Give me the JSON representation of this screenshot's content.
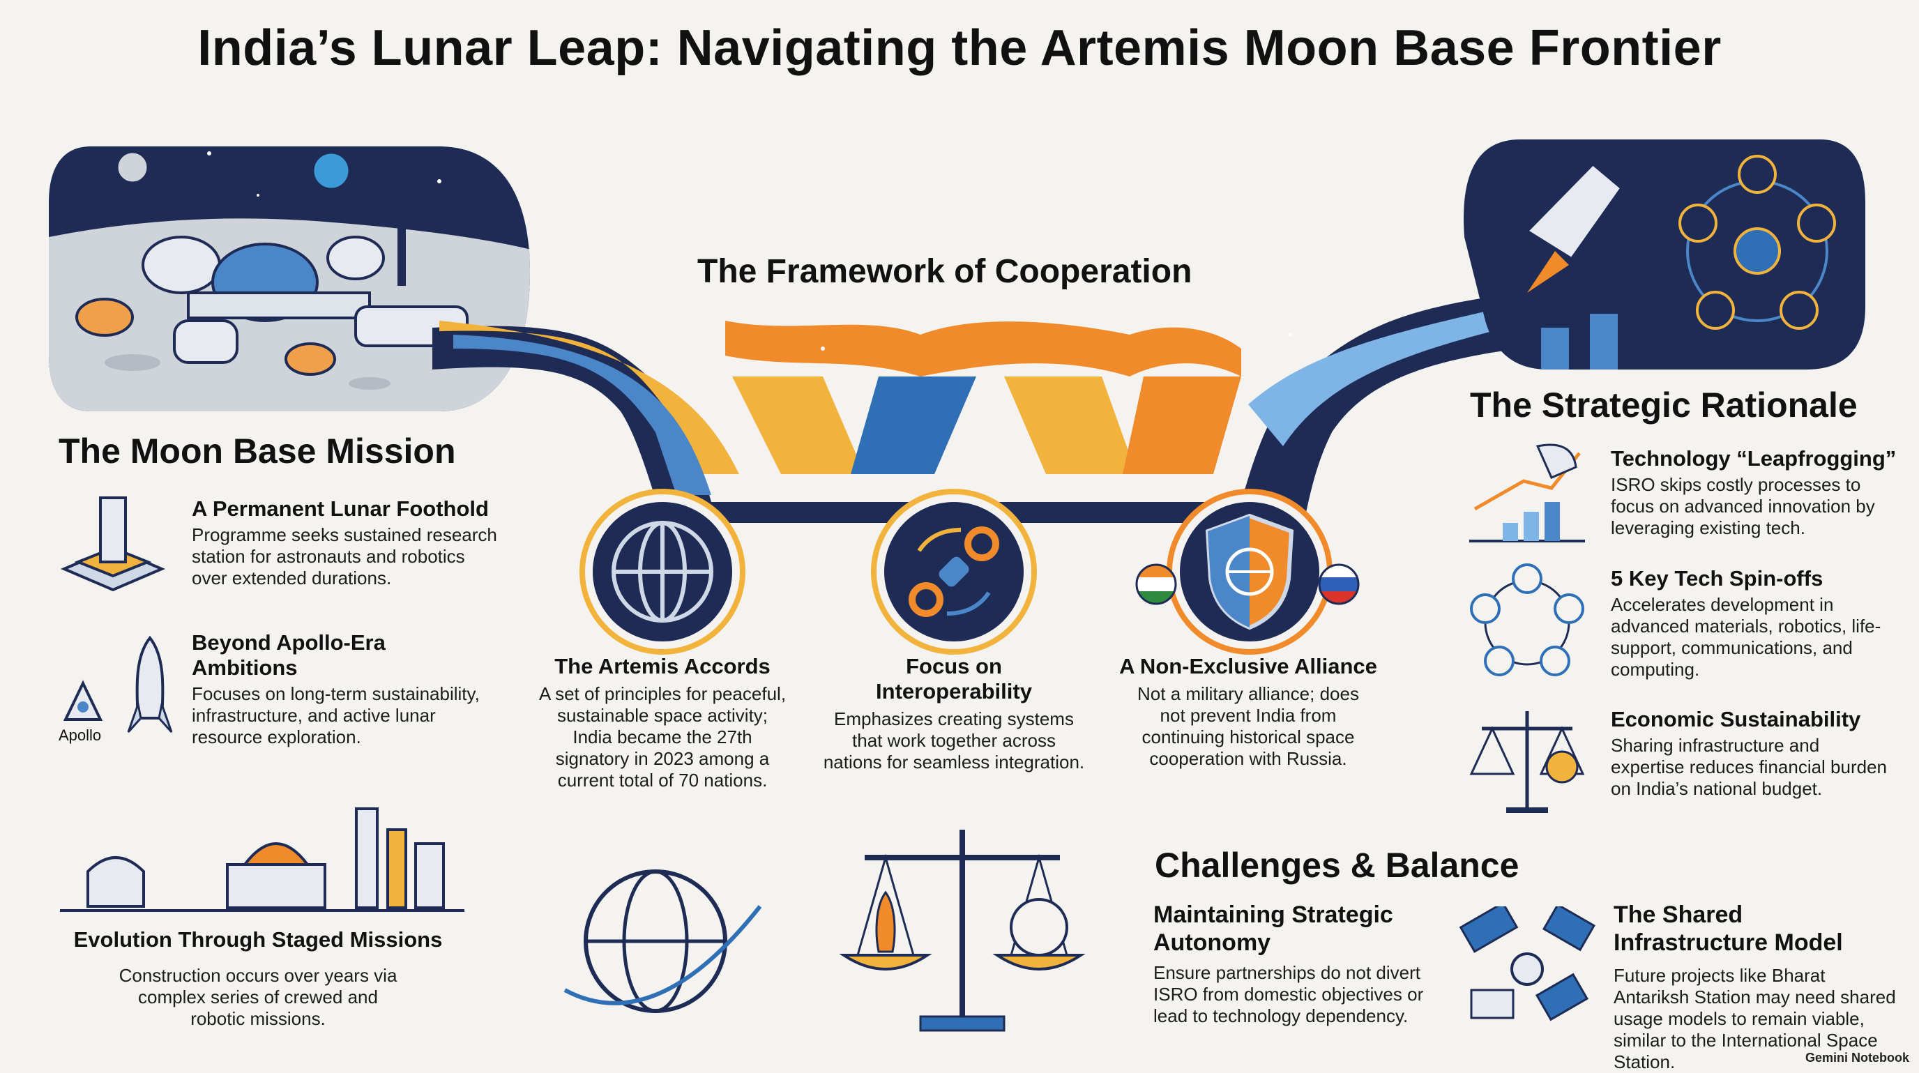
{
  "title": "India’s Lunar Leap: Navigating the Artemis Moon Base Frontier",
  "moon_base": {
    "heading": "The Moon Base Mission",
    "items": [
      {
        "title": "A Permanent Lunar Foothold",
        "text": "Programme seeks sustained research station for astronauts and robotics over extended durations."
      },
      {
        "title": "Beyond Apollo-Era Ambitions",
        "text": "Focuses on long-term sustainability, infrastructure, and active lunar resource exploration.",
        "icon_label": "Apollo"
      },
      {
        "title": "Evolution Through Staged Missions",
        "text": "Construction occurs over years via complex series of crewed and robotic missions."
      }
    ]
  },
  "framework": {
    "heading": "The Framework of Cooperation",
    "items": [
      {
        "title": "The Artemis Accords",
        "text": "A set of principles for peaceful, sustainable space activity; India became the 27th signatory in 2023 among a current total of 70 nations."
      },
      {
        "title": "Focus on Interoperability",
        "text": "Emphasizes creating systems that work together across nations for seamless integration."
      },
      {
        "title": "A Non-Exclusive Alliance",
        "text": "Not a military alliance; does not prevent India from continuing historical space cooperation with Russia."
      }
    ]
  },
  "strategic": {
    "heading": "The Strategic Rationale",
    "items": [
      {
        "title": "Technology “Leapfrogging”",
        "text": "ISRO skips costly processes to focus on advanced innovation by leveraging existing tech."
      },
      {
        "title": "5 Key Tech Spin-offs",
        "text": "Accelerates development in advanced materials, robotics, life-support, communications, and computing."
      },
      {
        "title": "Economic Sustainability",
        "text": "Sharing infrastructure and expertise reduces financial burden on India’s national budget."
      }
    ]
  },
  "challenges": {
    "heading": "Challenges & Balance",
    "items": [
      {
        "title": "Maintaining Strategic Autonomy",
        "text": "Ensure partnerships do not divert ISRO from domestic objectives or lead to technology dependency."
      },
      {
        "title": "The Shared Infrastructure Model",
        "text": "Future projects like Bharat Antariksh Station may need shared usage models to remain viable, similar to the International Space Station."
      }
    ]
  },
  "footer": {
    "brand": "Gemini Notebook"
  },
  "colors": {
    "navy": "#1d2b55",
    "blue": "#2f6fb6",
    "orange": "#f08a2b",
    "gold": "#f2b33d",
    "light": "#f5f3ef"
  }
}
